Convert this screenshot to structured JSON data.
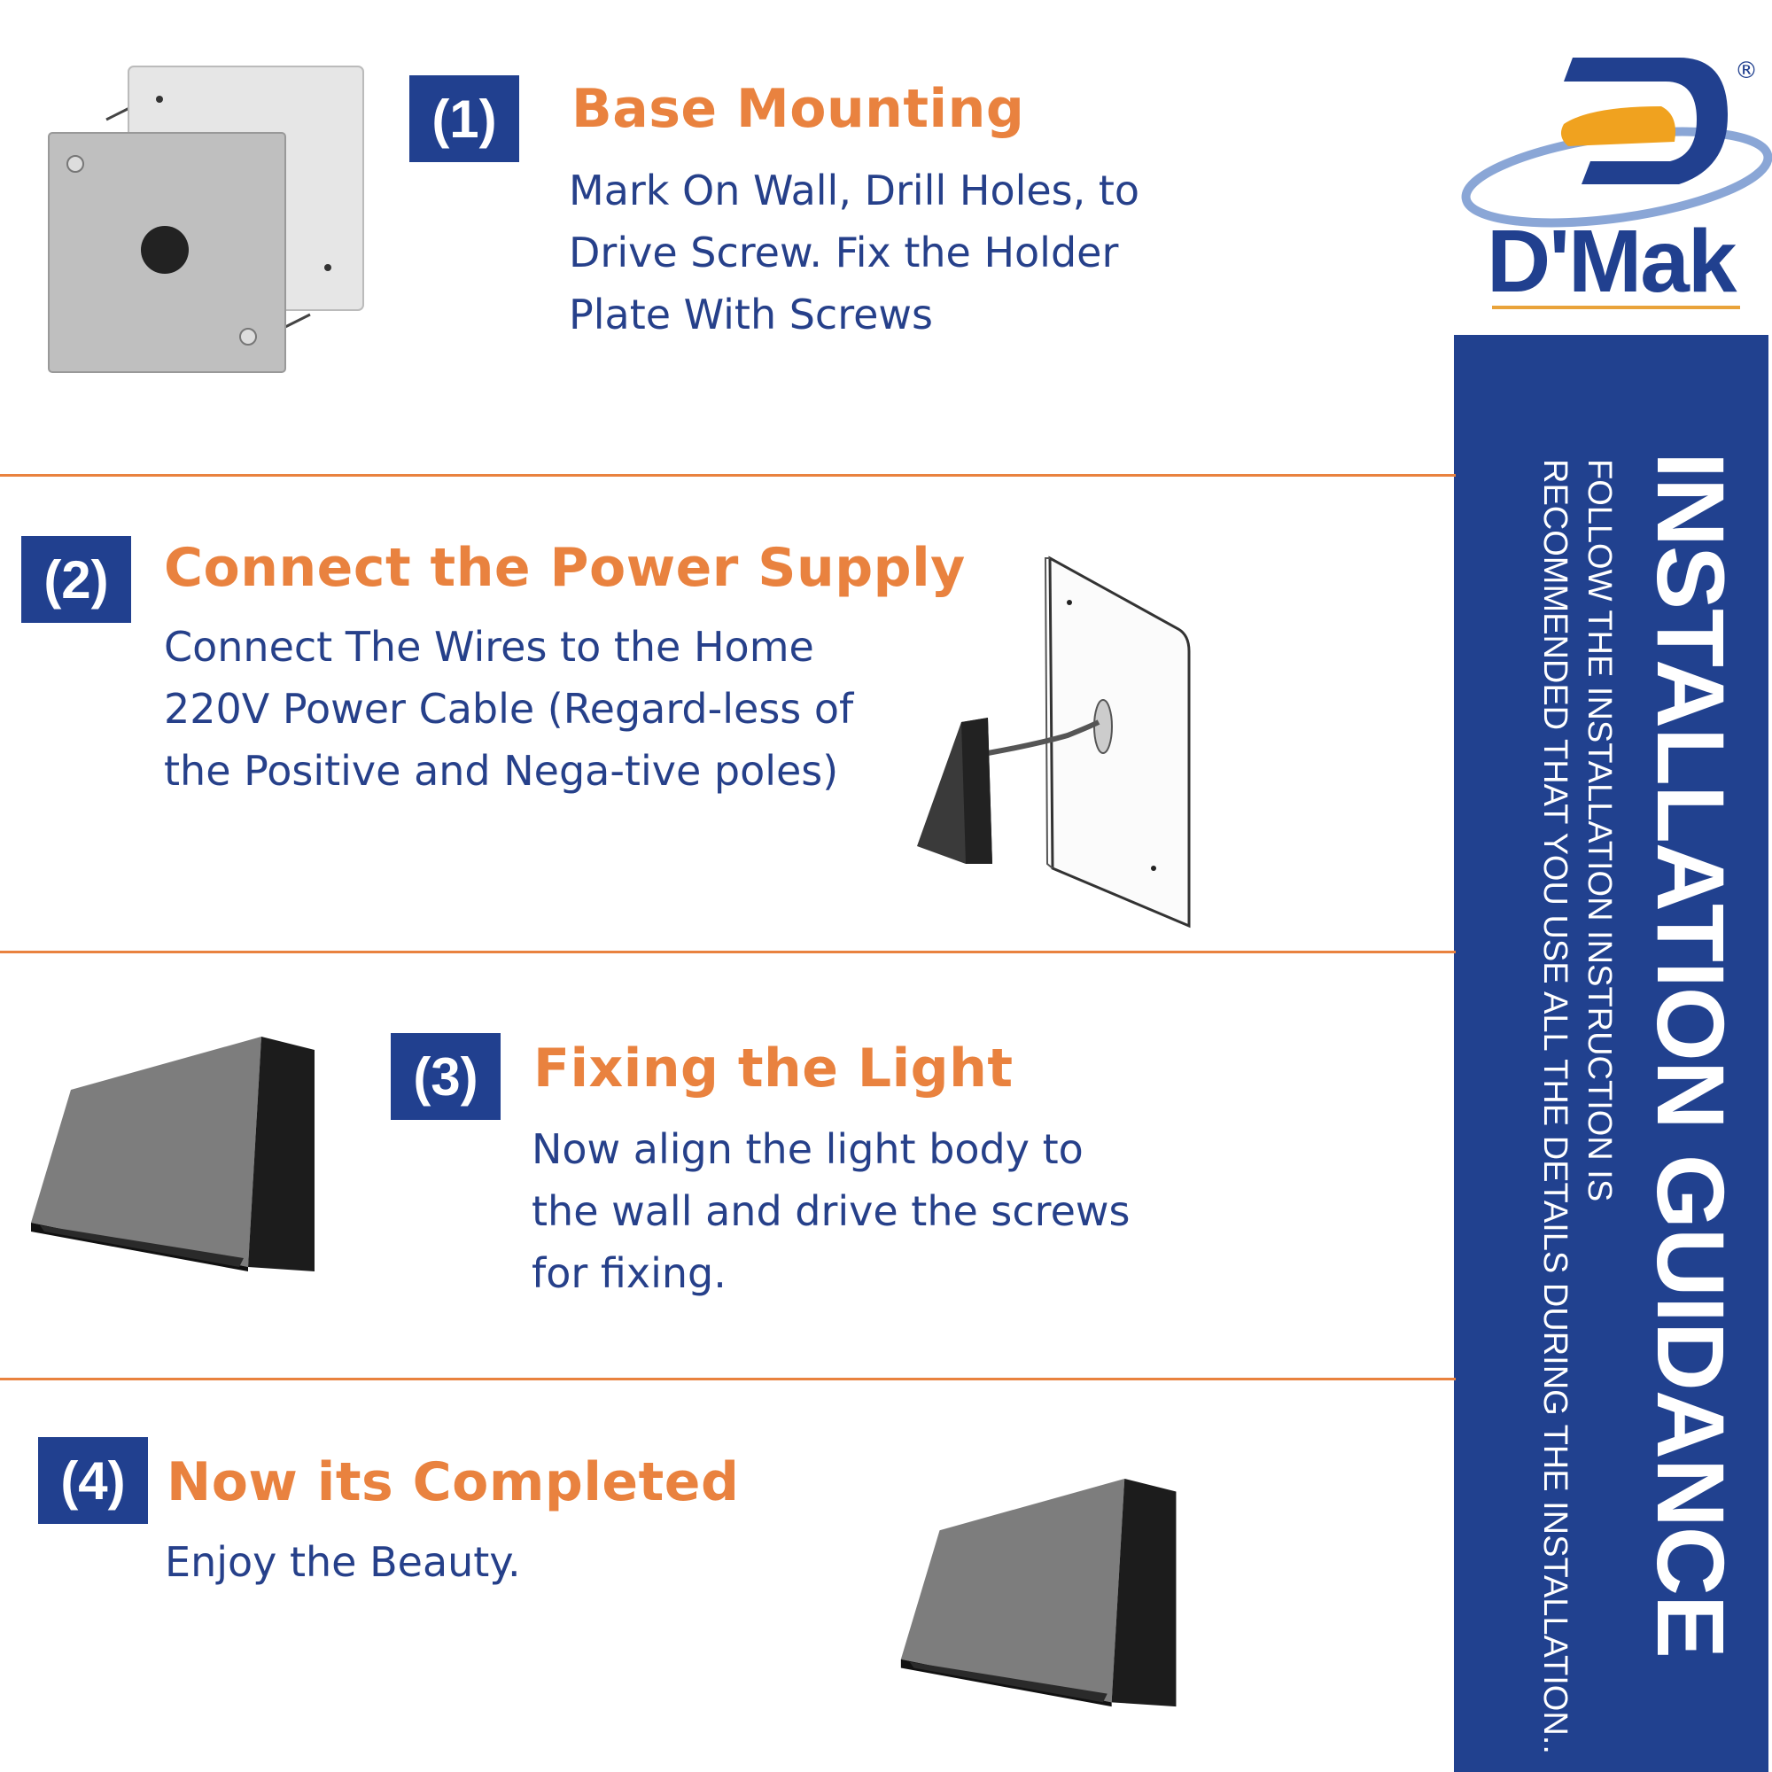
{
  "brand": {
    "name": "D'Mak",
    "registered": "®"
  },
  "sidebar": {
    "title": "INSTALLATION GUIDANCE",
    "line1": "FOLLOW THE INSTALLATION INSTRUCTION IS",
    "line2": "RECOMMENDED THAT YOU USE ALL THE DETAILS DURING THE INSTALLATION.."
  },
  "steps": [
    {
      "number": "(1)",
      "title": "Base Mounting",
      "description": "Mark On Wall, Drill Holes, to\nDrive Screw. Fix the Holder\nPlate With Screws"
    },
    {
      "number": "(2)",
      "title": "Connect the Power Supply",
      "description": "Connect The Wires to the Home\n220V Power Cable (Regard-less of\nthe Positive and Nega-tive poles)"
    },
    {
      "number": "(3)",
      "title": "Fixing the Light",
      "description": "Now align the light body to\nthe wall and drive the screws\nfor fixing."
    },
    {
      "number": "(4)",
      "title": "Now its Completed",
      "description": "Enjoy the Beauty."
    }
  ],
  "colors": {
    "accent": "#e9823f",
    "navy": "#21408f",
    "text": "#26408a"
  }
}
